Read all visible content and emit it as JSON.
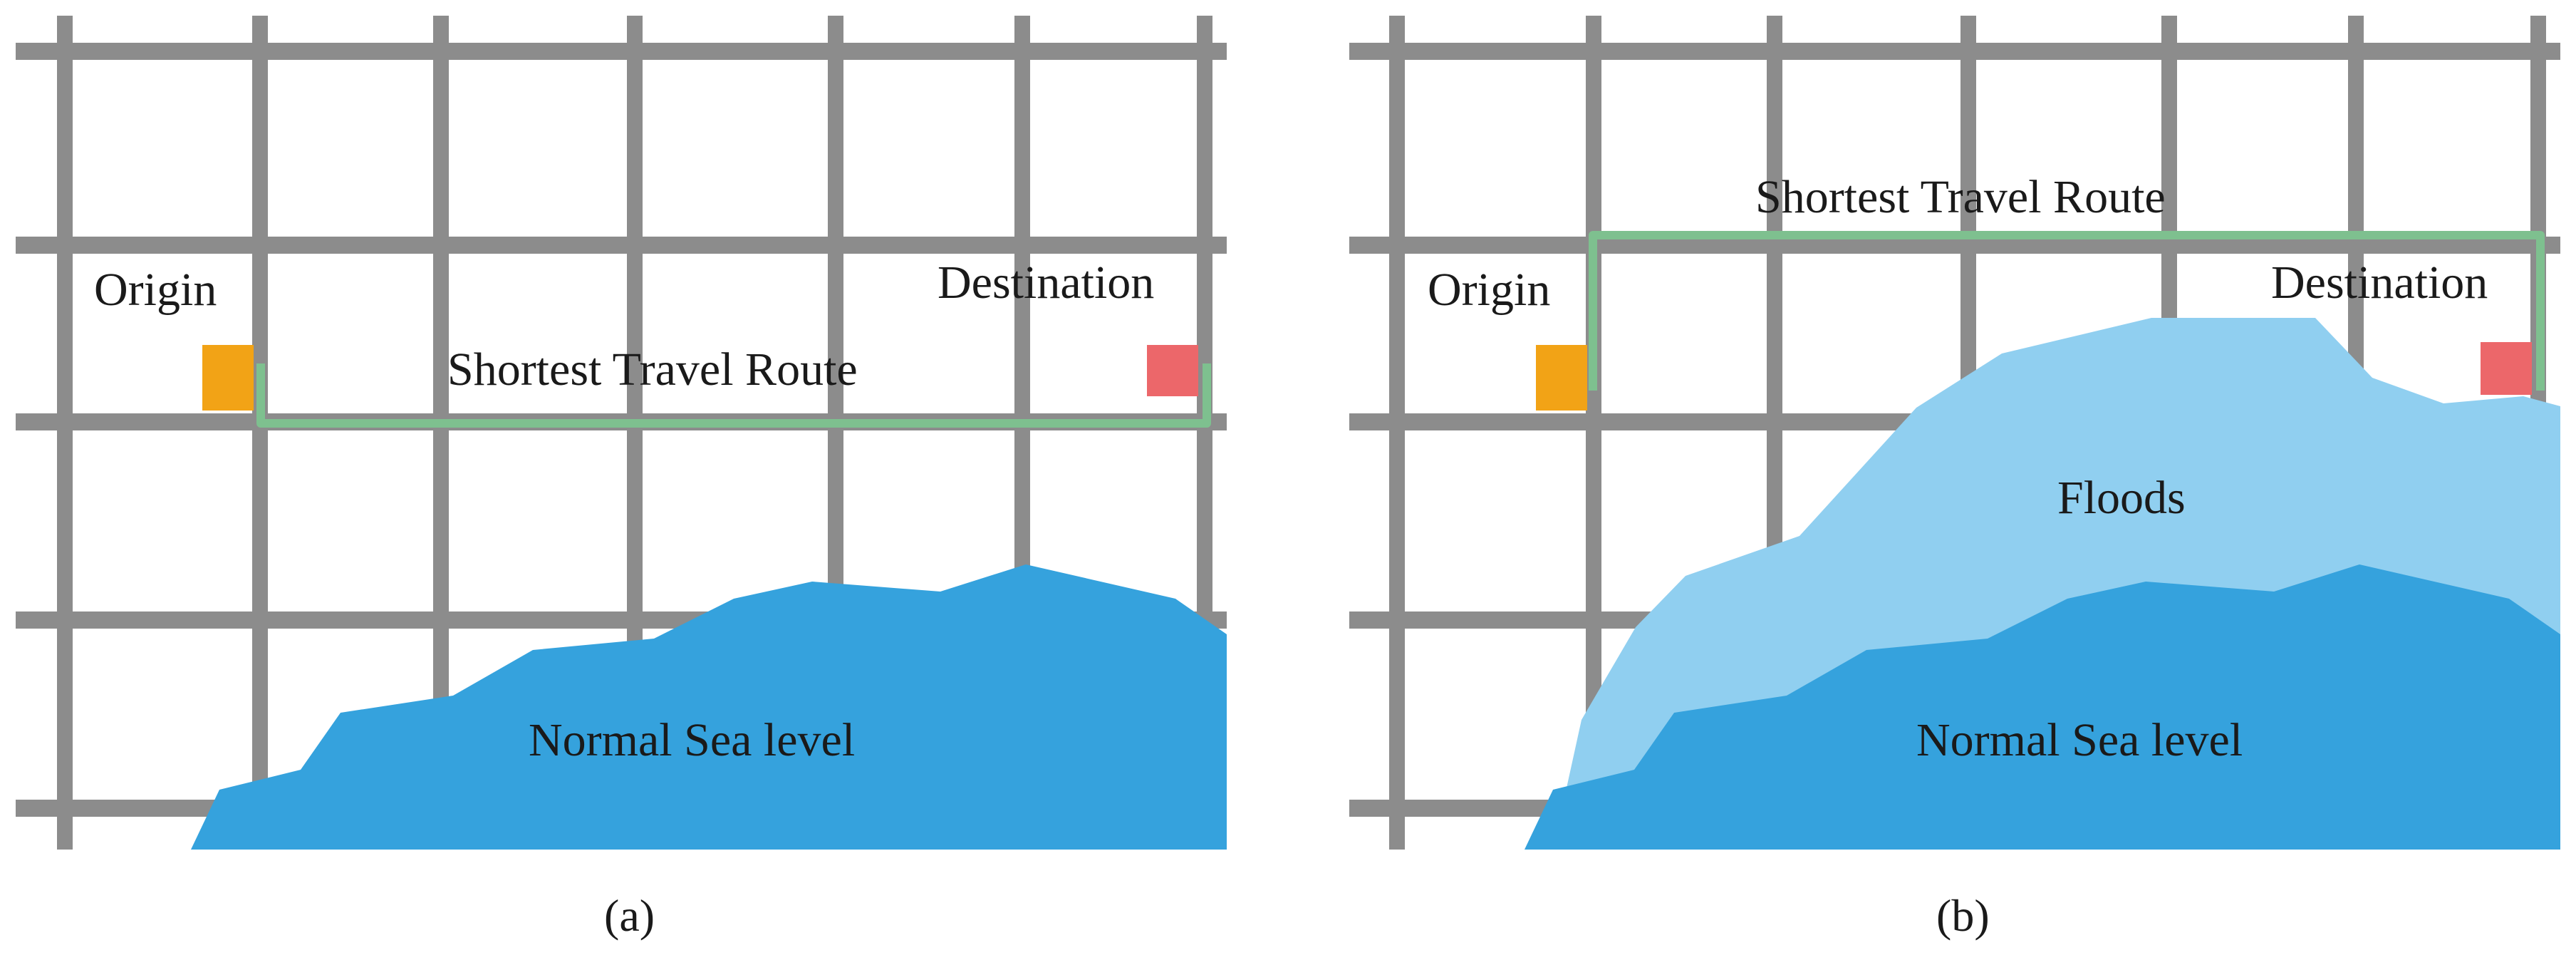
{
  "colors": {
    "grid": "#8c8c8c",
    "route": "#7ec08f",
    "origin": "#f2a316",
    "destination": "#ec676a",
    "sea": "#35a2dd",
    "flood": "#90cff0",
    "text": "#1a1a1a"
  },
  "panels": [
    {
      "id": "a",
      "caption": "(a)",
      "origin_label": "Origin",
      "destination_label": "Destination",
      "route_label": "Shortest Travel Route",
      "sea_label": "Normal Sea level"
    },
    {
      "id": "b",
      "caption": "(b)",
      "origin_label": "Origin",
      "destination_label": "Destination",
      "route_label": "Shortest Travel Route",
      "flood_label": "Floods",
      "sea_label": "Normal Sea level"
    }
  ]
}
